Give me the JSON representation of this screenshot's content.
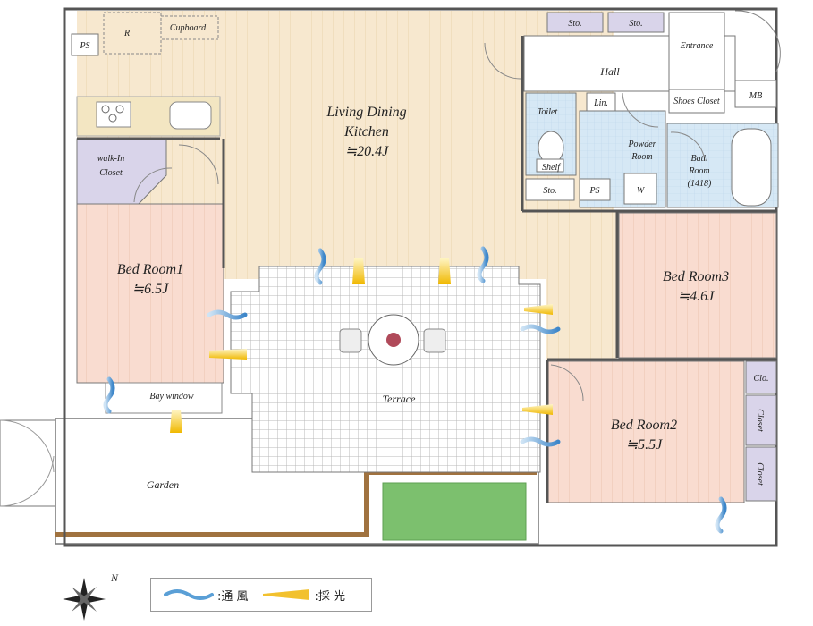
{
  "rooms": {
    "ldk_name_1": "Living Dining",
    "ldk_name_2": "Kitchen",
    "ldk_size": "≒20.4J",
    "bed1_name": "Bed Room1",
    "bed1_size": "≒6.5J",
    "bed2_name": "Bed Room2",
    "bed2_size": "≒5.5J",
    "bed3_name": "Bed Room3",
    "bed3_size": "≒4.6J",
    "walkin_1": "walk-In",
    "walkin_2": "Closet",
    "terrace": "Terrace",
    "garden": "Garden",
    "bay_window": "Bay window",
    "hall": "Hall",
    "entrance": "Entrance",
    "shoes_closet": "Shoes Closet",
    "mb": "MB",
    "toilet": "Toilet",
    "lin": "Lin.",
    "shelf": "Shelf",
    "powder_1": "Powder",
    "powder_2": "Room",
    "w": "W",
    "bath_1": "Bath",
    "bath_2": "Room",
    "bath_3": "(1418)",
    "sto_1": "Sto.",
    "sto_2": "Sto.",
    "sto_3": "Sto.",
    "ps_1": "PS",
    "ps_2": "PS",
    "cupboard": "Cupboard",
    "r": "R",
    "clo": "Clo.",
    "closet_1": "Closet",
    "closet_2": "Closet"
  },
  "legend": {
    "ventilation": ":通 風",
    "daylight": ":採 光"
  },
  "compass": {
    "north": "N"
  },
  "colors": {
    "wood": "#f7e8cf",
    "bedroom": "#f9dcd0",
    "closet": "#d9d4ea",
    "wet": "#d6e8f5",
    "wall": "#555555",
    "terrace_grid": "#b9b9b9",
    "lawn": "#7cc06e",
    "ventilation": "#5a9fd6",
    "daylight": "#f2c12e"
  }
}
